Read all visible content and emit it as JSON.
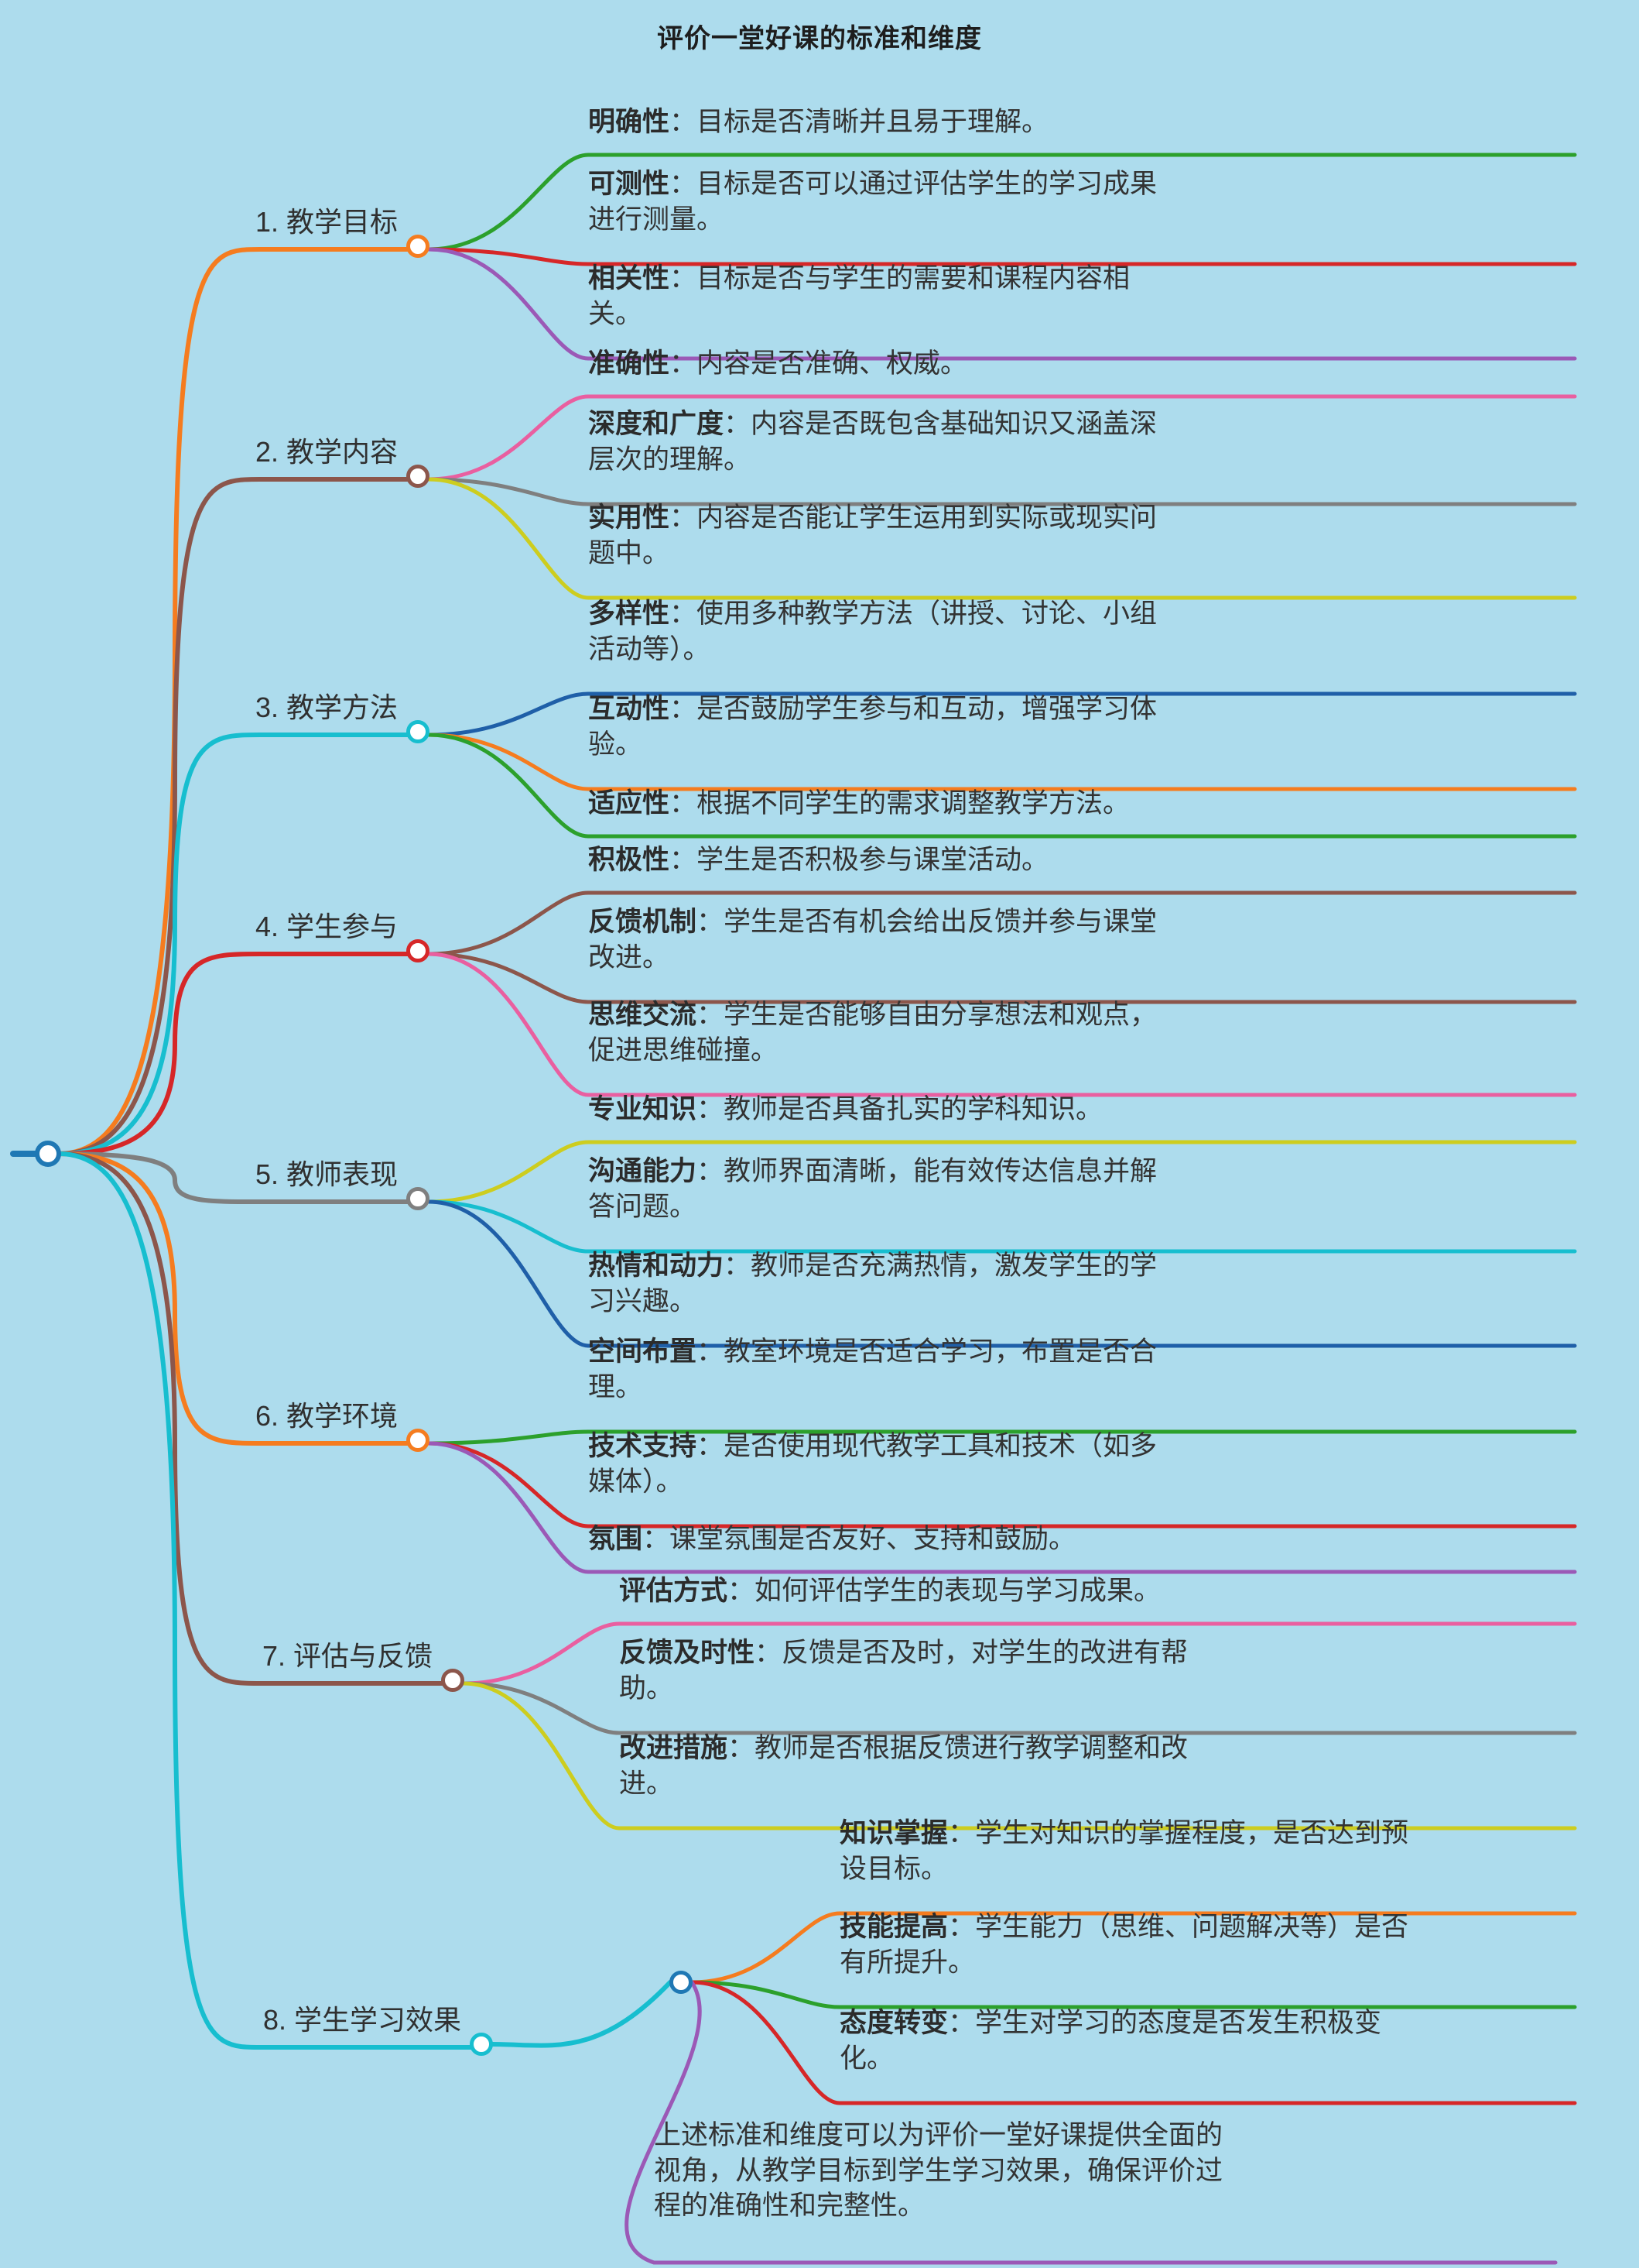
{
  "title": "评价一堂好课的标准和维度",
  "colors": {
    "background": "#addced",
    "root_node": "#1f78b4",
    "text": "#333333",
    "title": "#1d1d1d"
  },
  "root": {
    "label": "",
    "node_color": "#1f78b4"
  },
  "branches": [
    {
      "id": 1,
      "label": "1. 教学目标",
      "node_color": "#f57c1f",
      "trunk_color": "#f57c1f",
      "children": [
        {
          "bold": "明确性",
          "text": "：目标是否清晰并且易于理解。",
          "color": "#2ca02c"
        },
        {
          "bold": "可测性",
          "text": "：目标是否可以通过评估学生的学习成果\n进行测量。",
          "color": "#d62728"
        },
        {
          "bold": "相关性",
          "text": "：目标是否与学生的需要和课程内容相\n关。",
          "color": "#9b59b6"
        }
      ]
    },
    {
      "id": 2,
      "label": "2. 教学内容",
      "node_color": "#8c564b",
      "trunk_color": "#8c564b",
      "children": [
        {
          "bold": "准确性",
          "text": "：内容是否准确、权威。",
          "color": "#e95fa0"
        },
        {
          "bold": "深度和广度",
          "text": "：内容是否既包含基础知识又涵盖深\n层次的理解。",
          "color": "#7f7f7f"
        },
        {
          "bold": "实用性",
          "text": "：内容是否能让学生运用到实际或现实问\n题中。",
          "color": "#cdcd1f"
        }
      ]
    },
    {
      "id": 3,
      "label": "3. 教学方法",
      "node_color": "#17becf",
      "trunk_color": "#17becf",
      "children": [
        {
          "bold": "多样性",
          "text": "：使用多种教学方法（讲授、讨论、小组\n活动等）。",
          "color": "#1f5fa8"
        },
        {
          "bold": "互动性",
          "text": "：是否鼓励学生参与和互动，增强学习体\n验。",
          "color": "#f57c1f"
        },
        {
          "bold": "适应性",
          "text": "：根据不同学生的需求调整教学方法。",
          "color": "#2ca02c"
        }
      ]
    },
    {
      "id": 4,
      "label": "4. 学生参与",
      "node_color": "#d62728",
      "trunk_color": "#d62728",
      "children": [
        {
          "bold": "积极性",
          "text": "：学生是否积极参与课堂活动。",
          "color": "#8c564b"
        },
        {
          "bold": "反馈机制",
          "text": "：学生是否有机会给出反馈并参与课堂\n改进。",
          "color": "#8c564b"
        },
        {
          "bold": "思维交流",
          "text": "：学生是否能够自由分享想法和观点，\n促进思维碰撞。",
          "color": "#e95fa0"
        }
      ]
    },
    {
      "id": 5,
      "label": "5. 教师表现",
      "node_color": "#7f7f7f",
      "trunk_color": "#7f7f7f",
      "children": [
        {
          "bold": "专业知识",
          "text": "：教师是否具备扎实的学科知识。",
          "color": "#cdcd1f"
        },
        {
          "bold": "沟通能力",
          "text": "：教师界面清晰，能有效传达信息并解\n答问题。",
          "color": "#17becf"
        },
        {
          "bold": "热情和动力",
          "text": "：教师是否充满热情，激发学生的学\n习兴趣。",
          "color": "#1f5fa8"
        }
      ]
    },
    {
      "id": 6,
      "label": "6. 教学环境",
      "node_color": "#f57c1f",
      "trunk_color": "#f57c1f",
      "children": [
        {
          "bold": "空间布置",
          "text": "：教室环境是否适合学习，布置是否合\n理。",
          "color": "#2ca02c"
        },
        {
          "bold": "技术支持",
          "text": "：是否使用现代教学工具和技术（如多\n媒体）。",
          "color": "#d62728"
        },
        {
          "bold": "氛围",
          "text": "：课堂氛围是否友好、支持和鼓励。",
          "color": "#9b59b6"
        }
      ]
    },
    {
      "id": 7,
      "label": "7. 评估与反馈",
      "node_color": "#8c564b",
      "trunk_color": "#8c564b",
      "children": [
        {
          "bold": "评估方式",
          "text": "：如何评估学生的表现与学习成果。",
          "color": "#e95fa0"
        },
        {
          "bold": "反馈及时性",
          "text": "：反馈是否及时，对学生的改进有帮\n助。",
          "color": "#7f7f7f"
        },
        {
          "bold": "改进措施",
          "text": "：教师是否根据反馈进行教学调整和改\n进。",
          "color": "#cdcd1f"
        }
      ]
    },
    {
      "id": 8,
      "label": "8. 学生学习效果",
      "node_color": "#17becf",
      "trunk_color": "#17becf",
      "sub_node_color": "#1f78b4",
      "children": [
        {
          "bold": "知识掌握",
          "text": "：学生对知识的掌握程度，是否达到预\n设目标。",
          "color": "#f57c1f"
        },
        {
          "bold": "技能提高",
          "text": "：学生能力（思维、问题解决等）是否\n有所提升。",
          "color": "#2ca02c"
        },
        {
          "bold": "态度转变",
          "text": "：学生对学习的态度是否发生积极变\n化。",
          "color": "#d62728"
        },
        {
          "bold": "",
          "text": "上述标准和维度可以为评价一堂好课提供全面的\n视角，从教学目标到学生学习效果，确保评价过\n程的准确性和完整性。",
          "color": "#9b59b6"
        }
      ]
    }
  ]
}
